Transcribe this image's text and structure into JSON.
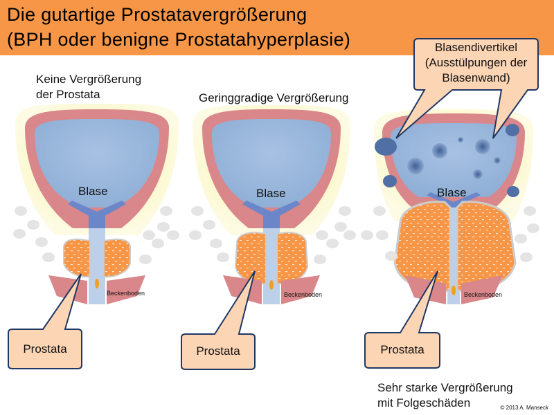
{
  "title": {
    "line1": "Die gutartige Prostatavergrößerung",
    "line2": "(BPH oder benigne Prostatahyperplasie)"
  },
  "panels": [
    {
      "stage_label_1": "Keine Vergrößerung",
      "stage_label_2": "der Prostata",
      "bladder_label": "Blase",
      "pelvic_floor_label": "Beckenboden",
      "prostate_callout": "Prostata"
    },
    {
      "stage_label": "Geringgradige Vergrößerung",
      "bladder_label": "Blase",
      "pelvic_floor_label": "Beckenboden",
      "prostate_callout": "Prostata"
    },
    {
      "stage_label_1": "Sehr starke Vergrößerung",
      "stage_label_2": "mit Folgeschäden",
      "bladder_label": "Blase",
      "pelvic_floor_label": "Beckenboden",
      "prostate_callout": "Prostata"
    }
  ],
  "diverticula_callout": {
    "line1": "Blasendivertikel",
    "line2": "(Ausstülpungen der",
    "line3": "Blasenwand)"
  },
  "copyright": "© 2013 A. Manseck",
  "colors": {
    "title_bg": "#f79646",
    "halo": "#fbf7c8",
    "wall": "#d9878a",
    "bladder": "#95b3d7",
    "prostate": "#f79646",
    "callout": "#fcd5b4",
    "callout_border": "#1f3763"
  }
}
